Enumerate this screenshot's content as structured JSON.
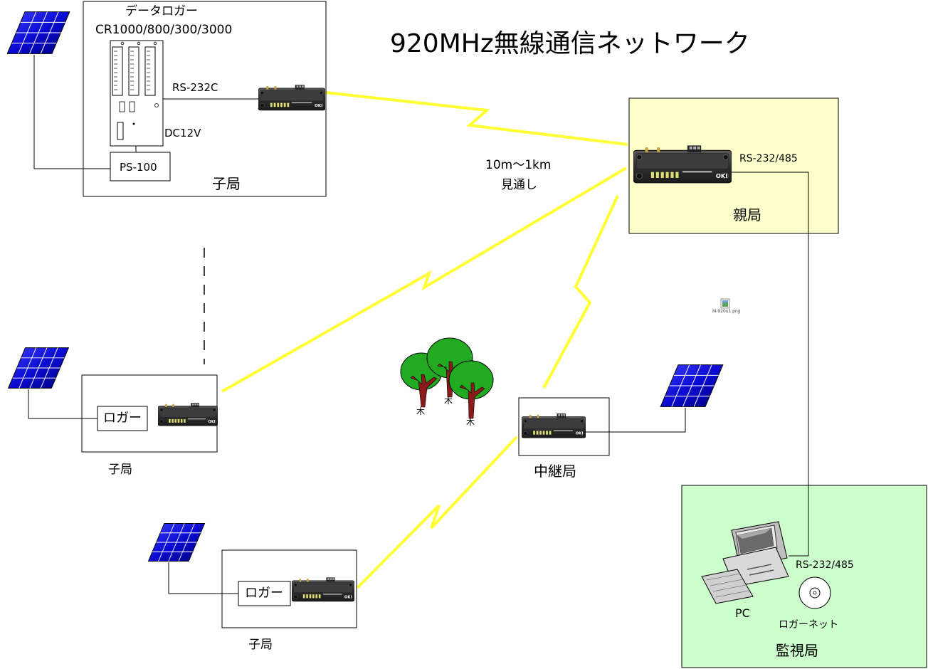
{
  "title": "920MHz無線通信ネットワーク",
  "top_station": {
    "logger_name": "データロガー",
    "logger_models": "CR1000/800/300/3000",
    "serial": "RS-232C",
    "power_label": "DC12V",
    "power_unit": "PS-100",
    "station_label": "子局"
  },
  "range": {
    "distance": "10m〜1km",
    "condition": "見通し"
  },
  "parent_station": {
    "interface": "RS-232/485",
    "label": "親局"
  },
  "stray_image_label": "M-920x1.png",
  "tree_labels": [
    "木",
    "木",
    "木"
  ],
  "child_station_left": {
    "logger": "ロガー",
    "label": "子局"
  },
  "child_station_bottom": {
    "logger": "ロガー",
    "label": "子局"
  },
  "relay_station": {
    "label": "中継局"
  },
  "monitor_station": {
    "interface": "RS-232/485",
    "pc_label": "PC",
    "software_label": "ロガーネット",
    "label": "監視局"
  },
  "radio_brand": "OKI",
  "colors": {
    "radio_link": "#ffff33",
    "parent_bg": "#ffffcc",
    "monitor_bg": "#ccffcc",
    "solar_panel": "#1a1ab4",
    "tree_crown": "#22aa22",
    "tree_trunk": "#8b1a1a"
  }
}
